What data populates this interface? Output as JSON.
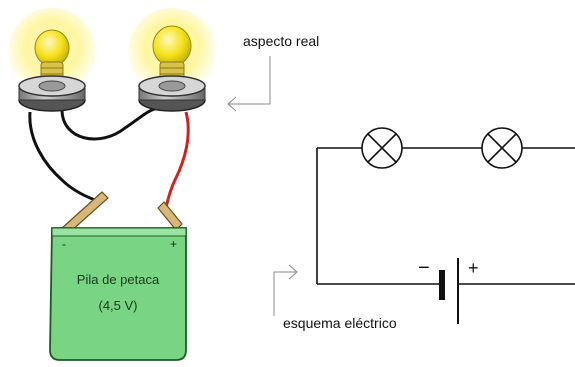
{
  "labels": {
    "real_view": "aspecto real",
    "schematic": "esquema eléctrico"
  },
  "battery": {
    "name": "Pila de petaca",
    "voltage": "(4,5 V)",
    "minus_sign": "-",
    "plus_sign": "+",
    "color": "#79d483"
  },
  "schematic_battery": {
    "minus_sign": "−",
    "plus_sign": "+"
  },
  "bulbs": {
    "glow_color": "#fff59a",
    "glass_color": "#f5e21a"
  },
  "wires": {
    "negative_color": "#111111",
    "positive_color": "#d42020"
  }
}
